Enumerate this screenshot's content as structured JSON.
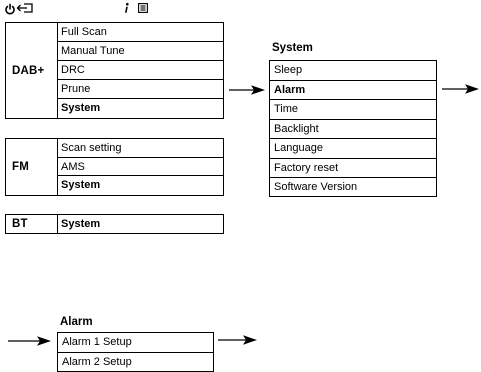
{
  "top_icons": {
    "power": "power-icon",
    "back": "back-icon",
    "info": "info-icon",
    "menu": "menu-icon"
  },
  "dab": {
    "label": "DAB+",
    "items": [
      "Full Scan",
      "Manual Tune",
      "DRC",
      "Prune",
      "System"
    ]
  },
  "fm": {
    "label": "FM",
    "items": [
      "Scan setting",
      "AMS",
      "System"
    ]
  },
  "bt": {
    "label": "BT",
    "items": [
      "System"
    ]
  },
  "system_menu": {
    "title": "System",
    "items": [
      "Sleep",
      "Alarm",
      "Time",
      "Backlight",
      "Language",
      "Factory reset",
      "Software Version"
    ]
  },
  "alarm_menu": {
    "title": "Alarm",
    "items": [
      "Alarm 1 Setup",
      "Alarm 2 Setup"
    ]
  }
}
